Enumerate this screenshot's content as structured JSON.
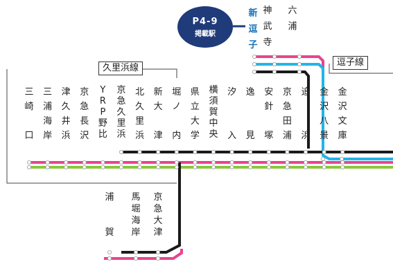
{
  "badge": {
    "page_ref": "P4-9",
    "caption": "掲載駅"
  },
  "lines": {
    "kurihama": "久里浜線",
    "zushi": "逗子線"
  },
  "zushi_station_name": "新逗子",
  "zushi_branch_stations": [
    "神武寺",
    "六浦"
  ],
  "main_stations": [
    "三崎口",
    "三浦海岸",
    "津久井浜",
    "京急長沢",
    "YRP野比",
    "京急久里浜",
    "北久里浜",
    "新大津",
    "堀ノ内",
    "県立大学",
    "横須賀中央",
    "汐入",
    "逸見",
    "安針塚",
    "京急田浦",
    "追浜",
    "金沢八景",
    "金沢文庫"
  ],
  "south_stations": [
    "浦賀",
    "馬堀海岸",
    "京急大津"
  ],
  "colors": {
    "kurihama_pink": "#e8448f",
    "zushi_blue": "#22b5e8",
    "main_green": "#8cc63f",
    "main_black": "#1a1a1a",
    "badge_navy": "#1f3b7a"
  }
}
